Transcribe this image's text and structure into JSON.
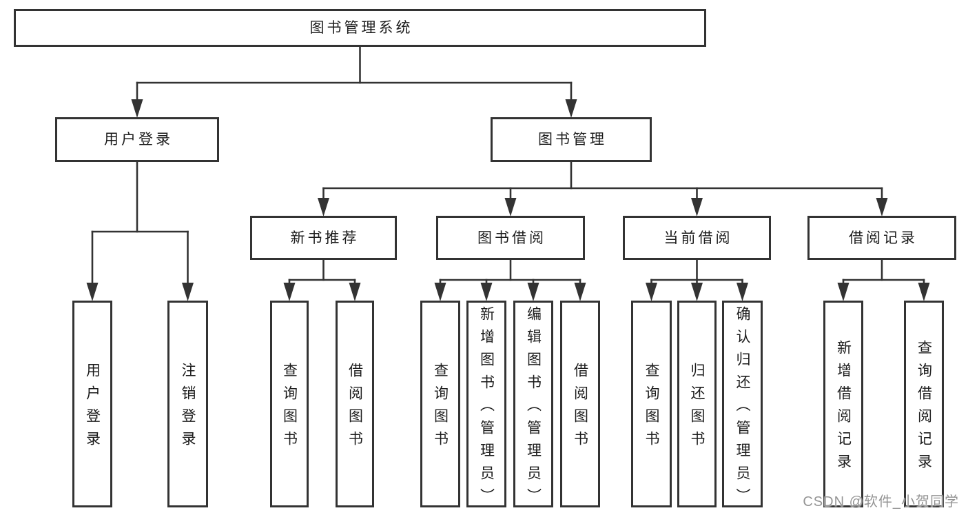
{
  "watermark": "CSDN @软件_小贺同学",
  "colors": {
    "line": "#333333",
    "border": "#333333",
    "text": "#1c1c1c",
    "background": "#ffffff",
    "watermark": "#949494"
  },
  "nodes": [
    {
      "id": "root",
      "label": "图书管理系统",
      "parent": null,
      "orientation": "horizontal"
    },
    {
      "id": "user-login",
      "label": "用户登录",
      "parent": "root",
      "orientation": "horizontal"
    },
    {
      "id": "book-mgmt",
      "label": "图书管理",
      "parent": "root",
      "orientation": "horizontal"
    },
    {
      "id": "login",
      "label": "用户登录",
      "parent": "user-login",
      "orientation": "vertical"
    },
    {
      "id": "logout",
      "label": "注销登录",
      "parent": "user-login",
      "orientation": "vertical"
    },
    {
      "id": "new-book-rec",
      "label": "新书推荐",
      "parent": "book-mgmt",
      "orientation": "horizontal"
    },
    {
      "id": "book-borrow",
      "label": "图书借阅",
      "parent": "book-mgmt",
      "orientation": "horizontal"
    },
    {
      "id": "current-borrow",
      "label": "当前借阅",
      "parent": "book-mgmt",
      "orientation": "horizontal"
    },
    {
      "id": "borrow-records",
      "label": "借阅记录",
      "parent": "book-mgmt",
      "orientation": "horizontal"
    },
    {
      "id": "rec-query-book",
      "label": "查询图书",
      "parent": "new-book-rec",
      "orientation": "vertical"
    },
    {
      "id": "rec-borrow-book",
      "label": "借阅图书",
      "parent": "new-book-rec",
      "orientation": "vertical"
    },
    {
      "id": "bb-query-book",
      "label": "查询图书",
      "parent": "book-borrow",
      "orientation": "vertical"
    },
    {
      "id": "bb-add-book",
      "label": "新增图书（管理员）",
      "parent": "book-borrow",
      "orientation": "vertical"
    },
    {
      "id": "bb-edit-book",
      "label": "编辑图书（管理员）",
      "parent": "book-borrow",
      "orientation": "vertical"
    },
    {
      "id": "bb-borrow-book",
      "label": "借阅图书",
      "parent": "book-borrow",
      "orientation": "vertical"
    },
    {
      "id": "cb-query-book",
      "label": "查询图书",
      "parent": "current-borrow",
      "orientation": "vertical"
    },
    {
      "id": "cb-return-book",
      "label": "归还图书",
      "parent": "current-borrow",
      "orientation": "vertical"
    },
    {
      "id": "cb-confirm-return",
      "label": "确认归还（管理员）",
      "parent": "current-borrow",
      "orientation": "vertical"
    },
    {
      "id": "br-add-record",
      "label": "新增借阅记录",
      "parent": "borrow-records",
      "orientation": "vertical"
    },
    {
      "id": "br-query-record",
      "label": "查询借阅记录",
      "parent": "borrow-records",
      "orientation": "vertical"
    }
  ]
}
